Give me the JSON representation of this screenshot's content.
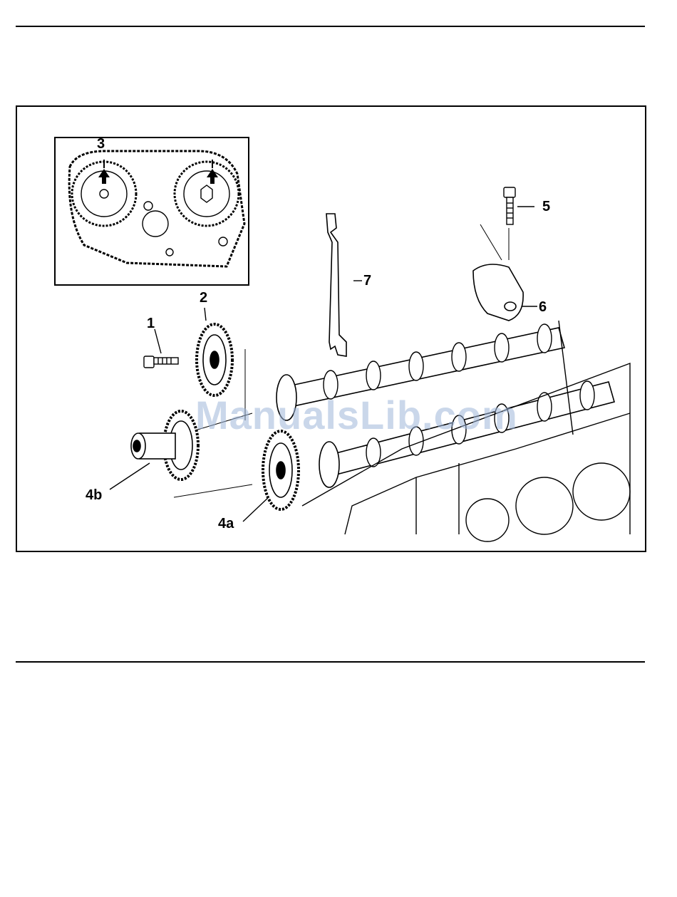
{
  "callouts": {
    "c1": "1",
    "c2": "2",
    "c3": "3",
    "c4a": "4a",
    "c4b": "4b",
    "c5": "5",
    "c6": "6",
    "c7": "7"
  },
  "watermark": "ManualsLib.com"
}
